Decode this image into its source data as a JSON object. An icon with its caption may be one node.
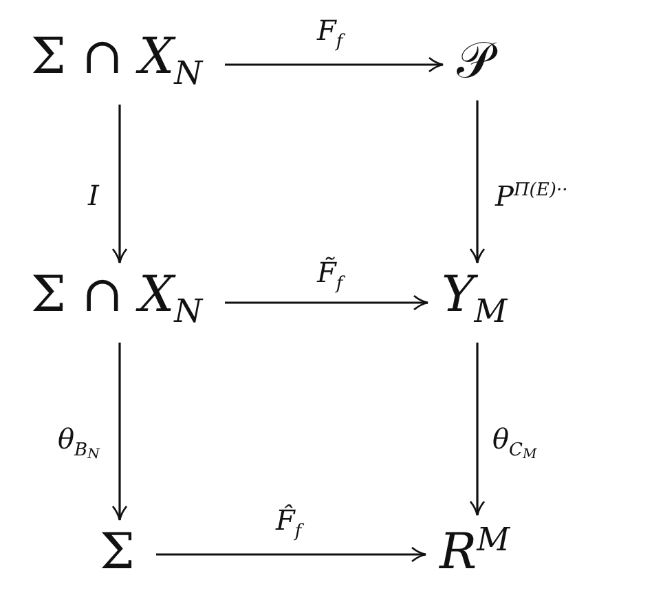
{
  "diagram": {
    "nodes": [
      {
        "text": [
          "Σ ∩ *X*$_{N}$"
        ]
      },
      {
        "text": [
          "𝒫"
        ]
      },
      {
        "text": [
          "Σ ∩ *X*$_{N}$"
        ]
      },
      {
        "text": [
          "*Y*$_{M}$"
        ]
      },
      {
        "text": [
          "Σ"
        ]
      },
      {
        "text": [
          "*R*$^{M}$"
        ]
      }
    ],
    "edges": [
      {
        "from": 0,
        "to": 1,
        "arrow": "to",
        "label": "*F*$_{f}$"
      },
      {
        "from": 0,
        "to": 2,
        "arrow": "to",
        "label": "*I*"
      },
      {
        "from": 1,
        "to": 3,
        "arrow": "to",
        "label": "*P*$^{Π(E)··}$"
      },
      {
        "from": 2,
        "to": 3,
        "arrow": "to",
        "label": "*F̃*$_{f}$"
      },
      {
        "from": 2,
        "to": 4,
        "arrow": "to",
        "label": "*θ*$_{B}$$_{N}$"
      },
      {
        "from": 3,
        "to": 5,
        "arrow": "to",
        "label": "*θ*$_{C}$$_{M}$"
      },
      {
        "from": 4,
        "to": 5,
        "arrow": "to",
        "label": "*F̂*$_{f}$"
      }
    ]
  }
}
